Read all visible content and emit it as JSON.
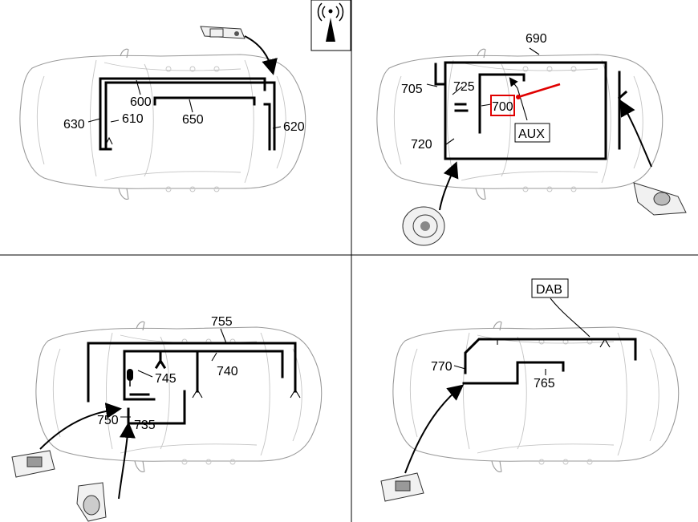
{
  "panels": {
    "top_left": {
      "labels": [
        "600",
        "610",
        "630",
        "650",
        "620"
      ]
    },
    "top_right": {
      "labels": [
        "690",
        "705",
        "725",
        "700",
        "720"
      ],
      "aux_label": "AUX"
    },
    "bottom_left": {
      "labels": [
        "755",
        "745",
        "740",
        "750",
        "735"
      ]
    },
    "bottom_right": {
      "labels": [
        "770",
        "765"
      ],
      "dab_label": "DAB"
    }
  },
  "colors": {
    "line": "#000000",
    "car_outline": "#9a9a9a",
    "highlight": "#e00000",
    "divider": "#000000"
  },
  "icons": [
    "antenna-icon",
    "antenna-amplifier-part",
    "speaker-part",
    "tweeter-part",
    "radio-unit-part",
    "microphone-icon"
  ]
}
